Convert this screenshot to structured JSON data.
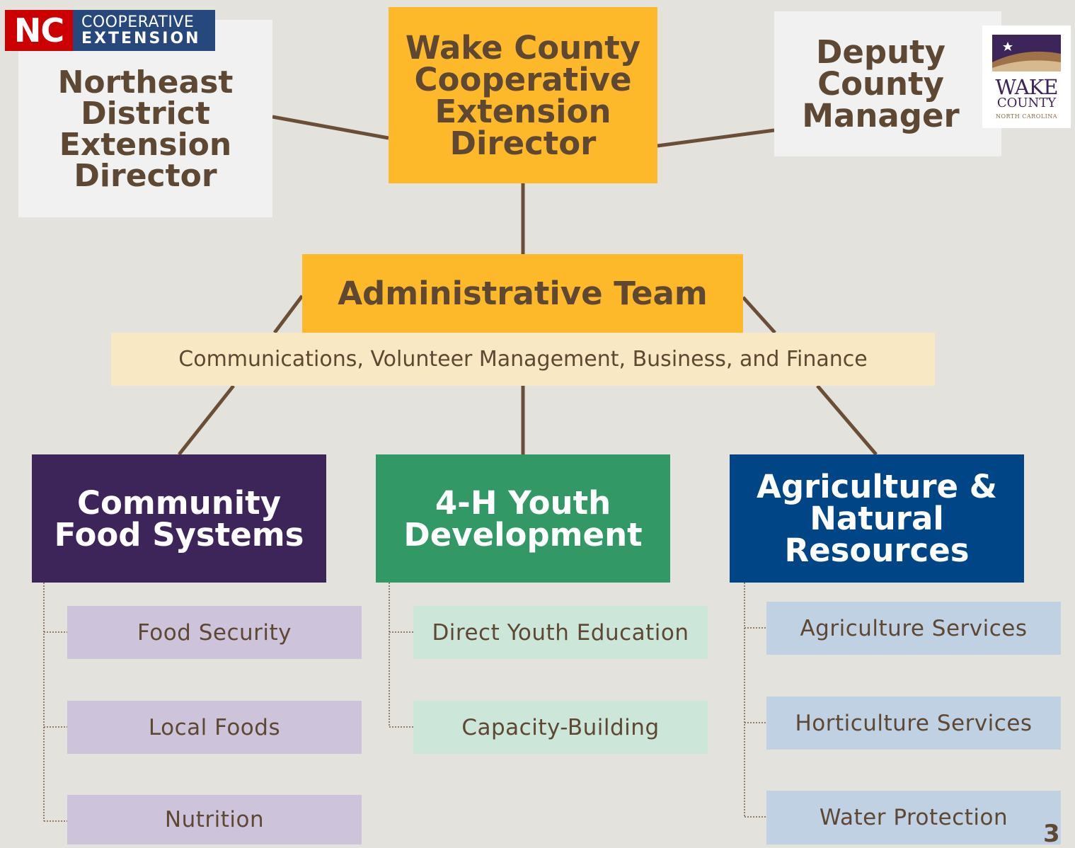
{
  "top": {
    "center_title": "Wake County Cooperative Extension Director",
    "left_title": "Northeast District Extension Director",
    "right_title": "Deputy County Manager"
  },
  "logos": {
    "nc_coop": {
      "abbr": "NC",
      "line1": "COOPERATIVE",
      "line2": "EXTENSION"
    },
    "wake_county": {
      "line1": "WAKE",
      "line2": "COUNTY",
      "line3": "NORTH CAROLINA"
    }
  },
  "admin": {
    "title": "Administrative Team",
    "subtitle": "Communications, Volunteer Management, Business, and Finance"
  },
  "programs": [
    {
      "title": "Community Food Systems",
      "color": "#3d2559",
      "items": [
        "Food Security",
        "Local Foods",
        "Nutrition"
      ]
    },
    {
      "title": "4-H Youth Development",
      "color": "#329966",
      "items": [
        "Direct Youth Education",
        "Capacity-Building"
      ]
    },
    {
      "title": "Agriculture & Natural Resources",
      "color": "#004585",
      "items": [
        "Agriculture Services",
        "Horticulture Services",
        "Water Protection"
      ]
    }
  ],
  "colors": {
    "background": "#e4e2dc",
    "gold": "#fdb92a",
    "text_brown": "#5e4733",
    "connector": "#6b4e37"
  },
  "page_number": "3"
}
